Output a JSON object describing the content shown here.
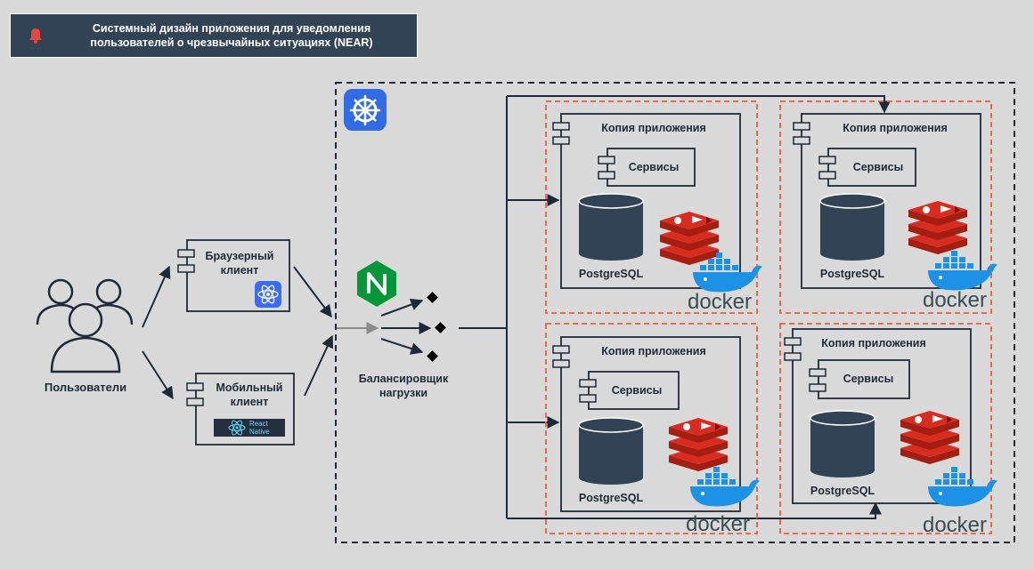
{
  "header": {
    "title_line1": "Системный дизайн приложения для уведомления",
    "title_line2": "пользователей о чрезвычайных ситуациях (NEAR)"
  },
  "users": {
    "label": "Пользователи"
  },
  "clients": {
    "browser": {
      "line1": "Браузерный",
      "line2": "клиент",
      "badge_icon": "react-icon"
    },
    "mobile": {
      "line1": "Мобильный",
      "line2": "клиент",
      "badge_line1": "React",
      "badge_line2": "Native"
    }
  },
  "load_balancer": {
    "line1": "Балансировщик",
    "line2": "нагрузки",
    "logo_letter": "N"
  },
  "replicas": [
    {
      "title": "Копия приложения",
      "services": "Сервисы",
      "db": "PostgreSQL",
      "docker": "docker"
    },
    {
      "title": "Копия приложения",
      "services": "Сервисы",
      "db": "PostgreSQL",
      "docker": "docker"
    },
    {
      "title": "Копия приложения",
      "services": "Сервисы",
      "db": "PostgreSQL",
      "docker": "docker"
    },
    {
      "title": "Копия приложения",
      "services": "Сервисы",
      "db": "PostgreSQL",
      "docker": "docker"
    }
  ],
  "colors": {
    "background": "#d9d9d9",
    "dark_navy": "#232f3e",
    "title_bg": "#314354",
    "db_fill": "#314354",
    "redis_red": "#d82c20",
    "docker_blue": "#1d91e6",
    "replica_border": "#f35a37",
    "nginx_green": "#009639",
    "react_blue": "#3b6cf1"
  }
}
